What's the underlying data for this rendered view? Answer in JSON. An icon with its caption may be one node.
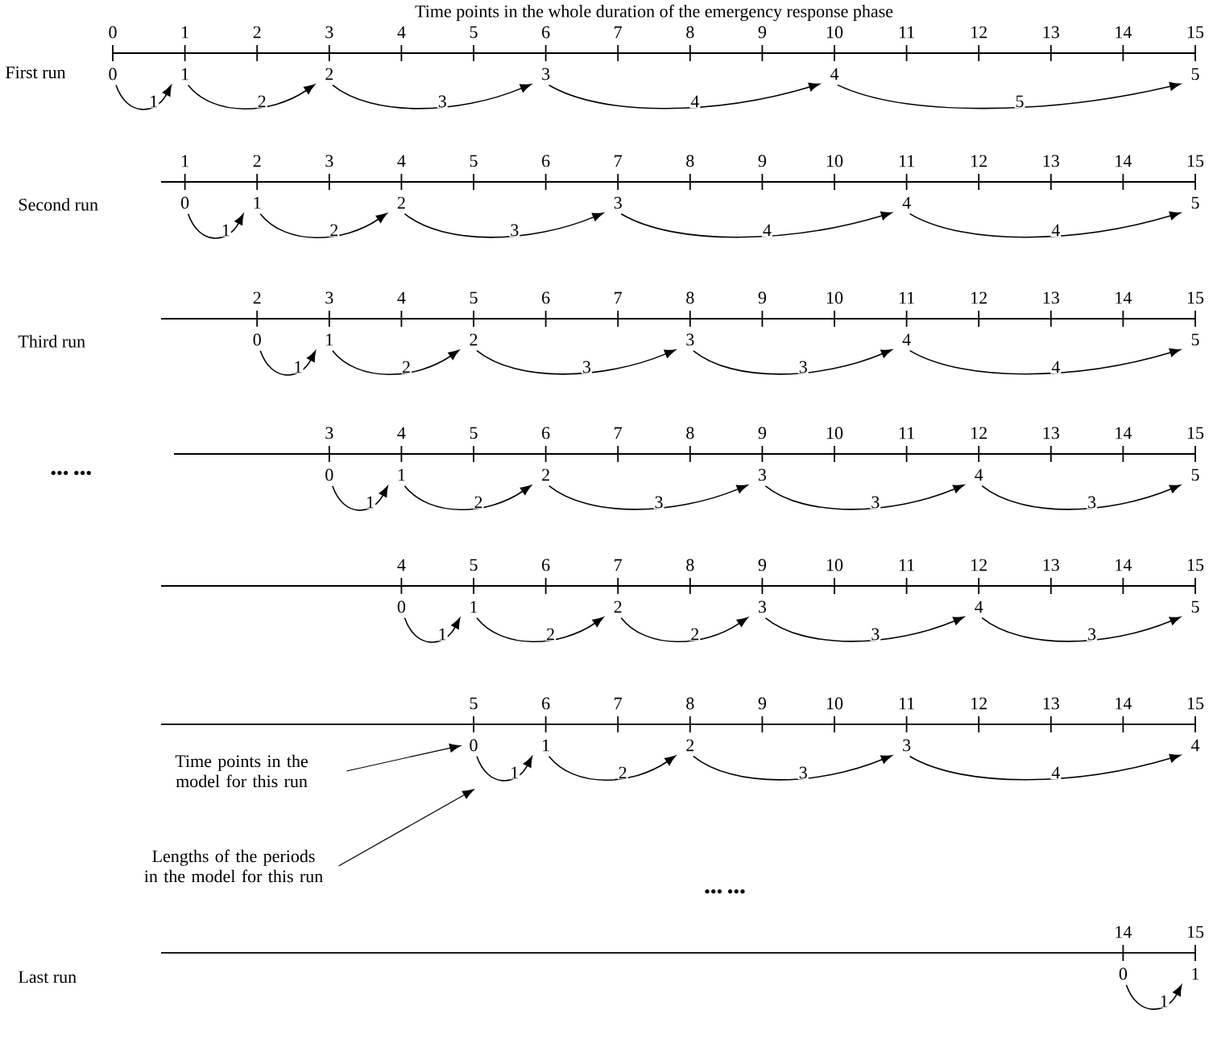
{
  "diagram": {
    "title": "Time points in the whole duration of the emergency response phase",
    "nodes": [
      {
        "text": [
          "0"
        ]
      },
      {
        "text": [
          "1"
        ]
      },
      {
        "text": [
          "2"
        ]
      },
      {
        "text": [
          "3"
        ]
      },
      {
        "text": [
          "4"
        ]
      },
      {
        "text": [
          "5"
        ]
      },
      {
        "text": [
          "0"
        ]
      },
      {
        "text": [
          "1"
        ]
      },
      {
        "text": [
          "2"
        ]
      },
      {
        "text": [
          "3"
        ]
      },
      {
        "text": [
          "4"
        ]
      },
      {
        "text": [
          "5"
        ]
      },
      {
        "text": [
          "0"
        ]
      },
      {
        "text": [
          "1"
        ]
      },
      {
        "text": [
          "2"
        ]
      },
      {
        "text": [
          "3"
        ]
      },
      {
        "text": [
          "4"
        ]
      },
      {
        "text": [
          "5"
        ]
      },
      {
        "text": [
          "0"
        ]
      },
      {
        "text": [
          "1"
        ]
      },
      {
        "text": [
          "2"
        ]
      },
      {
        "text": [
          "3"
        ]
      },
      {
        "text": [
          "4"
        ]
      },
      {
        "text": [
          "5"
        ]
      },
      {
        "text": [
          "0"
        ]
      },
      {
        "text": [
          "1"
        ]
      },
      {
        "text": [
          "2"
        ]
      },
      {
        "text": [
          "3"
        ]
      },
      {
        "text": [
          "4"
        ]
      },
      {
        "text": [
          "5"
        ]
      },
      {
        "text": [
          "0"
        ]
      },
      {
        "text": [
          "1"
        ]
      },
      {
        "text": [
          "2"
        ]
      },
      {
        "text": [
          "3"
        ]
      },
      {
        "text": [
          "4"
        ]
      },
      {
        "text": [
          "0"
        ]
      },
      {
        "text": [
          "1"
        ]
      },
      {
        "text": [
          "Time points in the model for this run"
        ]
      },
      {
        "text": [
          "Lengths of the periods in the model for this run"
        ]
      }
    ],
    "edges": [
      {
        "from": 0,
        "to": 1,
        "arrow": "to",
        "label": "1"
      },
      {
        "from": 1,
        "to": 2,
        "arrow": "to",
        "label": "2"
      },
      {
        "from": 2,
        "to": 3,
        "arrow": "to",
        "label": "3"
      },
      {
        "from": 3,
        "to": 4,
        "arrow": "to",
        "label": "4"
      },
      {
        "from": 4,
        "to": 5,
        "arrow": "to",
        "label": "5"
      },
      {
        "from": 6,
        "to": 7,
        "arrow": "to",
        "label": "1"
      },
      {
        "from": 7,
        "to": 8,
        "arrow": "to",
        "label": "2"
      },
      {
        "from": 8,
        "to": 9,
        "arrow": "to",
        "label": "3"
      },
      {
        "from": 9,
        "to": 10,
        "arrow": "to",
        "label": "4"
      },
      {
        "from": 10,
        "to": 11,
        "arrow": "to",
        "label": "4"
      },
      {
        "from": 12,
        "to": 13,
        "arrow": "to",
        "label": "1"
      },
      {
        "from": 13,
        "to": 14,
        "arrow": "to",
        "label": "2"
      },
      {
        "from": 14,
        "to": 15,
        "arrow": "to",
        "label": "3"
      },
      {
        "from": 15,
        "to": 16,
        "arrow": "to",
        "label": "3"
      },
      {
        "from": 16,
        "to": 17,
        "arrow": "to",
        "label": "4"
      },
      {
        "from": 18,
        "to": 19,
        "arrow": "to",
        "label": "1"
      },
      {
        "from": 19,
        "to": 20,
        "arrow": "to",
        "label": "2"
      },
      {
        "from": 20,
        "to": 21,
        "arrow": "to",
        "label": "3"
      },
      {
        "from": 21,
        "to": 22,
        "arrow": "to",
        "label": "3"
      },
      {
        "from": 22,
        "to": 23,
        "arrow": "to",
        "label": "3"
      },
      {
        "from": 24,
        "to": 25,
        "arrow": "to",
        "label": "1"
      },
      {
        "from": 25,
        "to": 26,
        "arrow": "to",
        "label": "2"
      },
      {
        "from": 26,
        "to": 27,
        "arrow": "to",
        "label": "2"
      },
      {
        "from": 27,
        "to": 28,
        "arrow": "to",
        "label": "3"
      },
      {
        "from": 28,
        "to": 29,
        "arrow": "to",
        "label": "3"
      },
      {
        "from": 30,
        "to": 31,
        "arrow": "to",
        "label": "1"
      },
      {
        "from": 31,
        "to": 32,
        "arrow": "to",
        "label": "2"
      },
      {
        "from": 32,
        "to": 33,
        "arrow": "to",
        "label": "3"
      },
      {
        "from": 33,
        "to": 34,
        "arrow": "to",
        "label": "4"
      },
      {
        "from": 35,
        "to": 36,
        "arrow": "to",
        "label": "1"
      },
      {
        "from": 37,
        "to": 30,
        "arrow": "to"
      },
      {
        "from": 38,
        "to": null,
        "arrow": "to"
      }
    ],
    "labels": [
      "0",
      "1",
      "2",
      "3",
      "4",
      "5",
      "6",
      "7",
      "8",
      "9",
      "10",
      "11",
      "12",
      "13",
      "14",
      "15",
      "First run",
      "1",
      "2",
      "3",
      "4",
      "5",
      "6",
      "7",
      "8",
      "9",
      "10",
      "11",
      "12",
      "13",
      "14",
      "15",
      "Second run",
      "2",
      "3",
      "4",
      "5",
      "6",
      "7",
      "8",
      "9",
      "10",
      "11",
      "12",
      "13",
      "14",
      "15",
      "Third run",
      "3",
      "4",
      "5",
      "6",
      "7",
      "8",
      "9",
      "10",
      "11",
      "12",
      "13",
      "14",
      "15",
      "••• •••",
      "4",
      "5",
      "6",
      "7",
      "8",
      "9",
      "10",
      "11",
      "12",
      "13",
      "14",
      "15",
      "5",
      "6",
      "7",
      "8",
      "9",
      "10",
      "11",
      "12",
      "13",
      "14",
      "15",
      "••• •••",
      "14",
      "15",
      "Last run"
    ]
  }
}
